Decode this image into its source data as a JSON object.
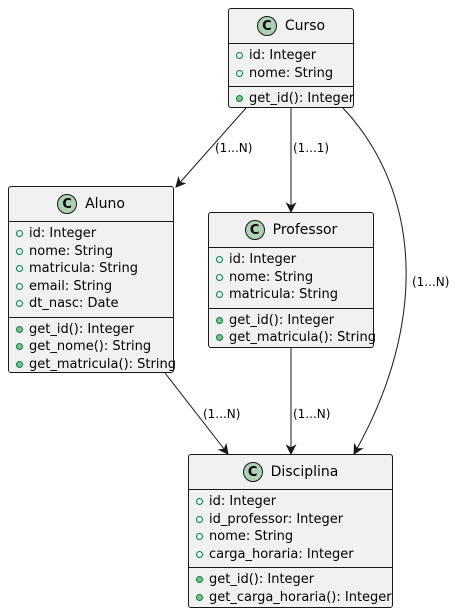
{
  "classes": [
    {
      "id": "curso",
      "badge": "C",
      "name": "Curso",
      "attributes": [
        "id: Integer",
        "nome: String"
      ],
      "methods": [
        "get_id(): Integer"
      ]
    },
    {
      "id": "aluno",
      "badge": "C",
      "name": "Aluno",
      "attributes": [
        "id: Integer",
        "nome: String",
        "matricula: String",
        "email: String",
        "dt_nasc: Date"
      ],
      "methods": [
        "get_id(): Integer",
        "get_nome(): String",
        "get_matricula(): String"
      ]
    },
    {
      "id": "professor",
      "badge": "C",
      "name": "Professor",
      "attributes": [
        "id: Integer",
        "nome: String",
        "matricula: String"
      ],
      "methods": [
        "get_id(): Integer",
        "get_matricula(): String"
      ]
    },
    {
      "id": "disciplina",
      "badge": "C",
      "name": "Disciplina",
      "attributes": [
        "id: Integer",
        "id_professor: Integer",
        "nome: String",
        "carga_horaria: Integer"
      ],
      "methods": [
        "get_id(): Integer",
        "get_carga_horaria(): Integer"
      ]
    }
  ],
  "relations": [
    {
      "from": "Curso",
      "to": "Aluno",
      "label": "(1...N)"
    },
    {
      "from": "Curso",
      "to": "Professor",
      "label": "(1...1)"
    },
    {
      "from": "Curso",
      "to": "Disciplina",
      "label": "(1...N)"
    },
    {
      "from": "Aluno",
      "to": "Disciplina",
      "label": "(1...N)"
    },
    {
      "from": "Professor",
      "to": "Disciplina",
      "label": "(1...N)"
    }
  ],
  "colors": {
    "class_fill": "#f1f1f1",
    "border": "#181818",
    "badge_fill": "#add1b2",
    "member_icon": "#038048"
  }
}
